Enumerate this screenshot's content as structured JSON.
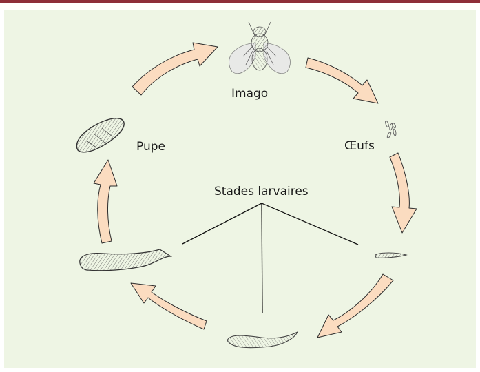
{
  "colors": {
    "top_bar": "#8e2f3a",
    "panel_bg": "#eef5e4",
    "arrow_fill": "#fbdcc0",
    "arrow_stroke": "#2b2b2b",
    "line": "#111111",
    "insect": "#8a8a8a"
  },
  "stages": {
    "imago": "Imago",
    "eggs": "Œufs",
    "pupa": "Pupe",
    "larval": "Stades larvaires"
  },
  "icons": [
    "fly-icon",
    "eggs-icon",
    "pupa-icon",
    "larva-icon"
  ]
}
